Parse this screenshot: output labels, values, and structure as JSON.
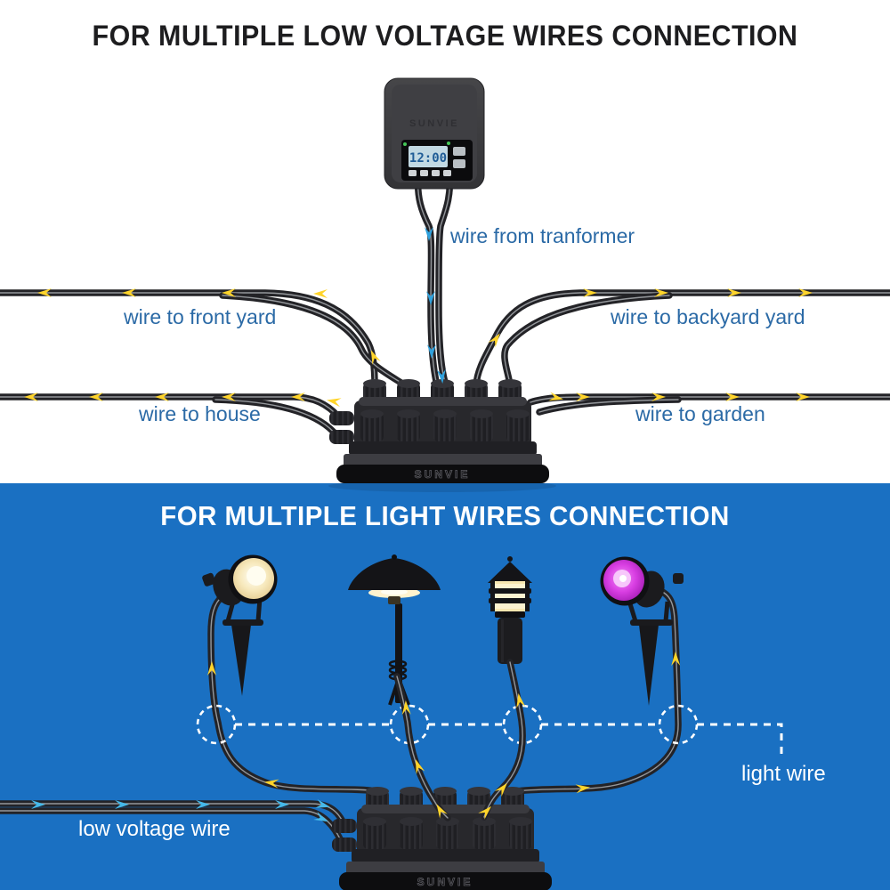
{
  "brand": "SUNVIE",
  "top_section": {
    "title": "FOR MULTIPLE LOW VOLTAGE WIRES CONNECTION",
    "transformer": {
      "brand_label": "SUNVIE",
      "display_time": "12:00"
    },
    "labels": {
      "wire_from_transformer": "wire from tranformer",
      "wire_to_front_yard": "wire to front yard",
      "wire_to_backyard_yard": "wire to backyard yard",
      "wire_to_house": "wire to house",
      "wire_to_garden": "wire to garden"
    }
  },
  "bottom_section": {
    "title": "FOR MULTIPLE LIGHT WIRES CONNECTION",
    "labels": {
      "light_wire": "light wire",
      "low_voltage_wire": "low voltage wire"
    },
    "lights": [
      {
        "name": "warm-white-spotlight",
        "lens_color": "#f7e9bd"
      },
      {
        "name": "pagoda-path-light",
        "lens_color": "#fff3cf"
      },
      {
        "name": "bollard-light",
        "lens_color": "#f8e7b0"
      },
      {
        "name": "purple-spotlight",
        "lens_color": "#d93fe3"
      }
    ]
  },
  "colors": {
    "bottom_background": "#1a70c2",
    "label_blue": "#2b6aa6",
    "label_white": "#ffffff",
    "arrow_yellow": "#ffd42a",
    "arrow_transformer_blue": "#2fa1dd",
    "arrow_low_voltage_cyan": "#45b9ea",
    "wire": "#232327"
  }
}
